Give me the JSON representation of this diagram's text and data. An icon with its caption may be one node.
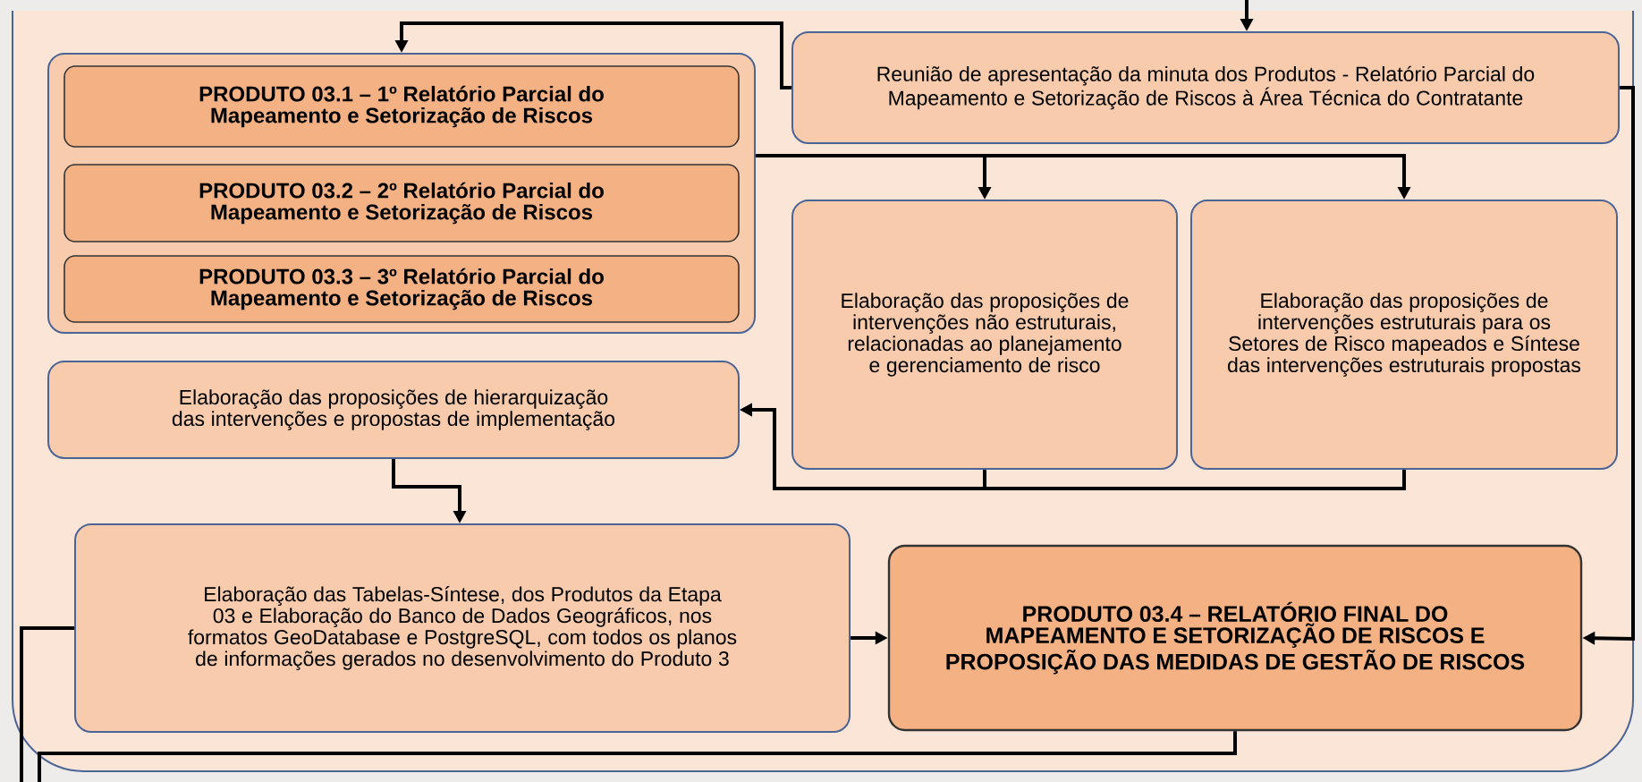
{
  "diagram": {
    "nodes": [
      {
        "text": [],
        "shape": "box"
      },
      {
        "text": [
          "PRODUTO 03.1 – 1º Relatório Parcial do Mapeamento e Setorização de Riscos"
        ],
        "in": 0
      },
      {
        "text": [
          "PRODUTO 03.2 – 2º Relatório Parcial do Mapeamento e Setorização de Riscos"
        ],
        "in": 0
      },
      {
        "text": [
          "PRODUTO 03.3 – 3º Relatório Parcial do Mapeamento e Setorização de Riscos"
        ],
        "in": 0
      },
      {
        "text": [
          "Reunião de apresentação da minuta dos Produtos - Relatório Parcial do Mapeamento e Setorização de Riscos à Área Técnica do Contratante"
        ]
      },
      {
        "text": [
          "Elaboração das proposições de intervenções não estruturais, relacionadas ao planejamento e gerenciamento de risco"
        ]
      },
      {
        "text": [
          "Elaboração das proposições de intervenções estruturais para os Setores de Risco mapeados e Síntese das intervenções estruturais propostas"
        ]
      },
      {
        "text": [
          "Elaboração das proposições de hierarquização das intervenções e propostas de implementação"
        ]
      },
      {
        "text": [
          "Elaboração das Tabelas-Síntese, dos Produtos da Etapa 03 e Elaboração do Banco de Dados Geográficos, nos formatos GeoDatabase e PostgreSQL, com todos os planos de informações gerados no desenvolvimento do Produto 3"
        ]
      },
      {
        "text": [
          "PRODUTO 03.4 – RELATÓRIO FINAL DO MAPEAMENTO E SETORIZAÇÃO DE RISCOS E PROPOSIÇÃO DAS MEDIDAS DE GESTÃO DE RISCOS"
        ]
      }
    ],
    "edges": [
      {
        "from": null,
        "to": 4,
        "arrow": "to"
      },
      {
        "from": 4,
        "to": 0,
        "arrow": "to"
      },
      {
        "from": 0,
        "to": 5,
        "arrow": "to"
      },
      {
        "from": 0,
        "to": 6,
        "arrow": "to"
      },
      {
        "from": 5,
        "to": 7,
        "arrow": "to"
      },
      {
        "from": 6,
        "to": 7,
        "arrow": "to"
      },
      {
        "from": 7,
        "to": 8,
        "arrow": "to"
      },
      {
        "from": 8,
        "to": 9,
        "arrow": "to"
      },
      {
        "from": 4,
        "to": 9,
        "arrow": "to"
      },
      {
        "from": 9,
        "to": null,
        "arrow": "none"
      },
      {
        "from": 8,
        "to": null,
        "arrow": "none"
      }
    ]
  }
}
